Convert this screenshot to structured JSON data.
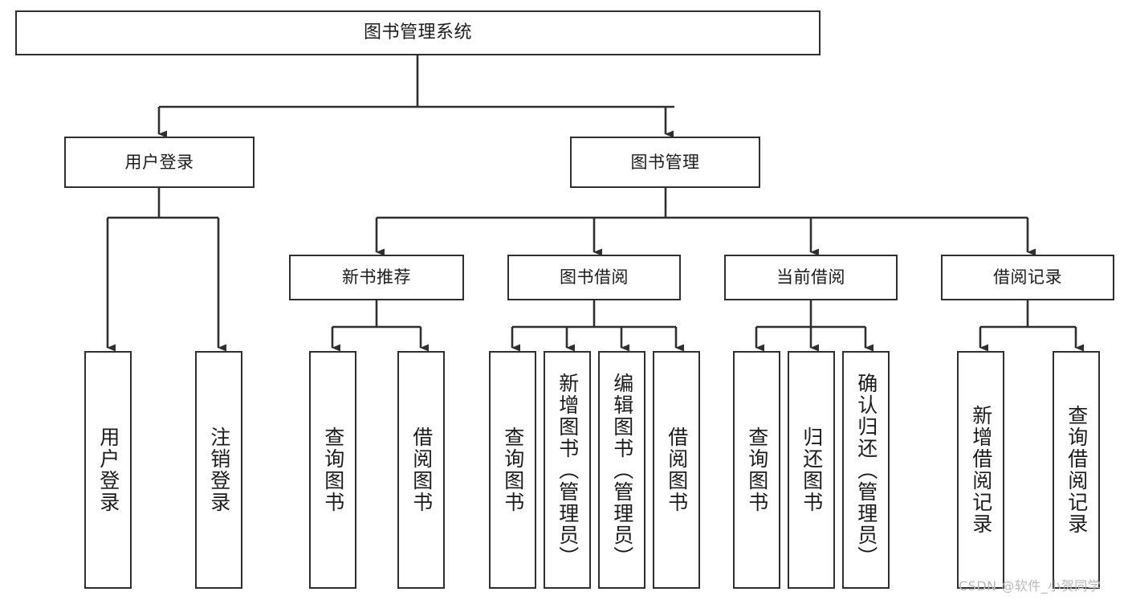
{
  "diagram": {
    "type": "tree-hierarchy-chart",
    "title": "图书管理系统",
    "watermark": "CSDN @软件_小贺同学",
    "colors": {
      "node_border": "#2f2f2f",
      "node_fill": "#ffffff",
      "edge": "#2f2f2f",
      "text": "#1b1b1b",
      "watermark": "#b9b9b9",
      "background": "#ffffff"
    },
    "root": {
      "label": "图书管理系统"
    },
    "level1": [
      {
        "label": "用户登录"
      },
      {
        "label": "图书管理"
      }
    ],
    "level2": [
      {
        "label": "新书推荐"
      },
      {
        "label": "图书借阅"
      },
      {
        "label": "当前借阅"
      },
      {
        "label": "借阅记录"
      }
    ],
    "leaves": {
      "user_login": [
        {
          "label": "用户登录"
        },
        {
          "label": "注销登录"
        }
      ],
      "new_book_recommend": [
        {
          "label": "查询图书"
        },
        {
          "label": "借阅图书"
        }
      ],
      "book_borrow": [
        {
          "label": "查询图书"
        },
        {
          "label": "新增图书（管理员）"
        },
        {
          "label": "编辑图书（管理员）"
        },
        {
          "label": "借阅图书"
        }
      ],
      "current_borrow": [
        {
          "label": "查询图书"
        },
        {
          "label": "归还图书"
        },
        {
          "label": "确认归还（管理员）"
        }
      ],
      "borrow_record": [
        {
          "label": "新增借阅记录"
        },
        {
          "label": "查询借阅记录"
        }
      ]
    }
  }
}
